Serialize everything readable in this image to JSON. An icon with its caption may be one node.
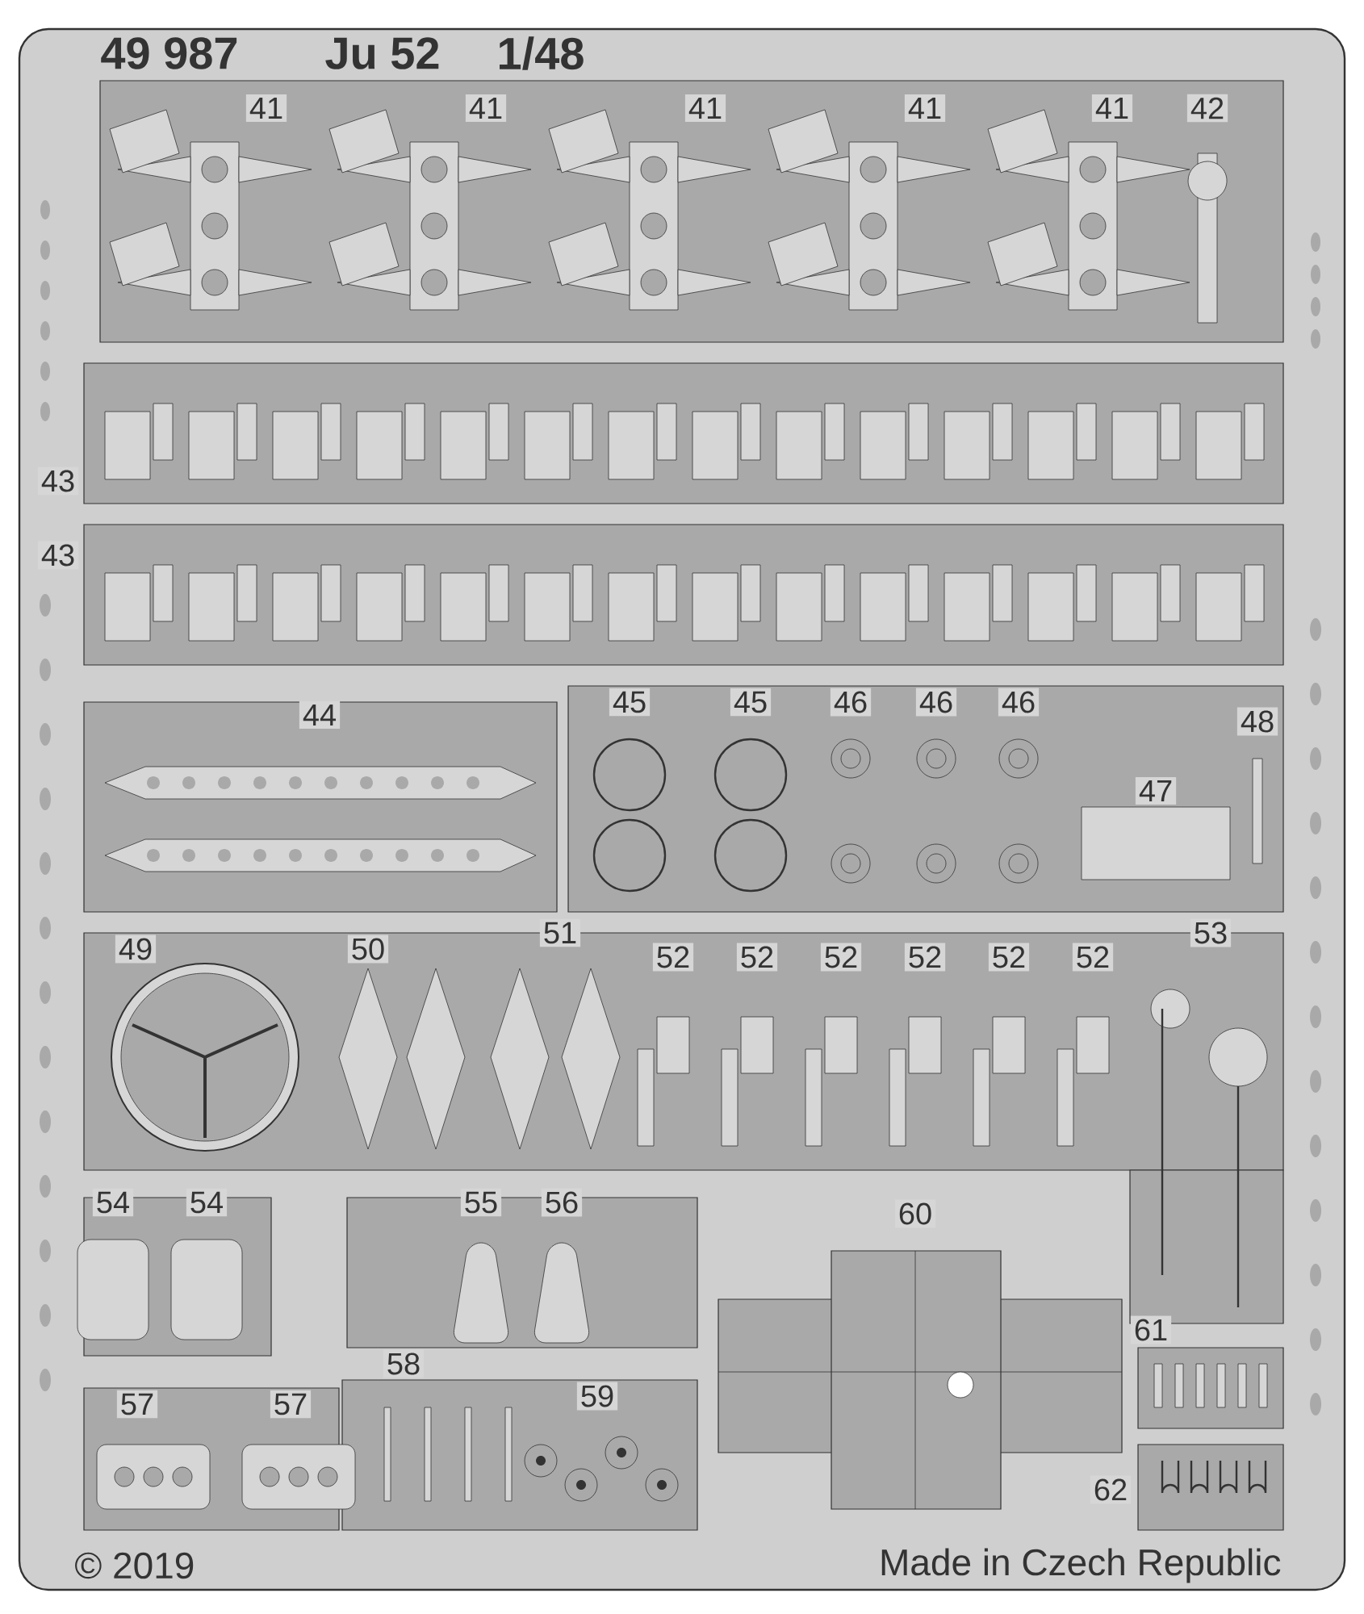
{
  "diagram": {
    "labels": [
      "49 987",
      "Ju 52",
      "1/48",
      "41",
      "41",
      "41",
      "41",
      "41",
      "42",
      "43",
      "43",
      "44",
      "45",
      "45",
      "46",
      "46",
      "46",
      "47",
      "48",
      "49",
      "50",
      "51",
      "52",
      "52",
      "52",
      "52",
      "52",
      "52",
      "53",
      "54",
      "54",
      "55",
      "56",
      "60",
      "58",
      "59",
      "61",
      "57",
      "57",
      "62",
      "© 2019",
      "Made in Czech Republic"
    ]
  }
}
